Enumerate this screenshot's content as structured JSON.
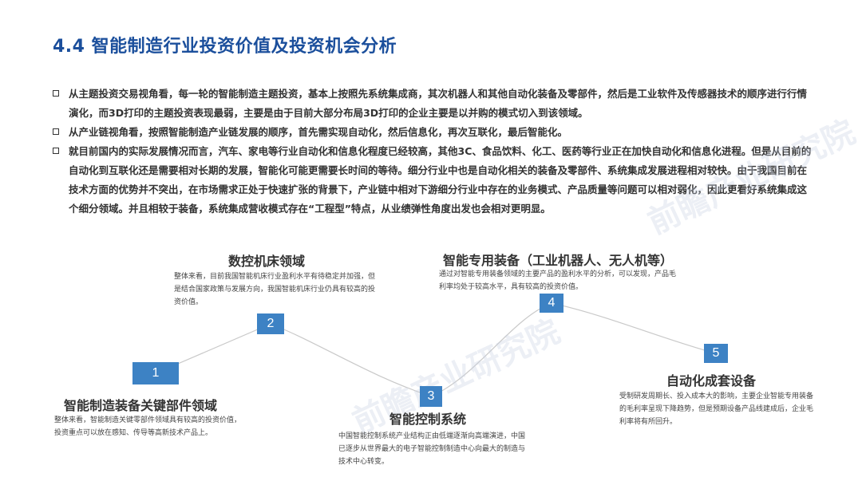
{
  "page": {
    "title": "4.4 智能制造行业投资价值及投资机会分析"
  },
  "bullets": [
    {
      "text": "从主题投资交易视角看，每一轮的智能制造主题投资，基本上按照先系统集成商，其次机器人和其他自动化装备及零部件，然后是工业软件及传感器技术的顺序进行行情演化，而3D打印的主题投资表现最弱，主要是由于目前大部分布局3D打印的企业主要是以并购的模式切入到该领域。"
    },
    {
      "text": "从产业链视角看，按照智能制造产业链发展的顺序，首先需实现自动化，然后信息化，再次互联化，最后智能化。"
    },
    {
      "text": "就目前国内的实际发展情况而言，汽车、家电等行业自动化和信息化程度已经较高，其他3C、食品饮料、化工、医药等行业正在加快自动化和信息化进程。但是从目前的自动化到互联化还是需要相对长期的发展，智能化可能更需要长时间的等待。细分行业中也是自动化相关的装备及零部件、系统集成发展进程相对较快。由于我国目前在技术方面的优势并不突出，在市场需求正处于快速扩张的背景下，产业链中相对下游细分行业中存在的业务模式、产品质量等问题可以相对弱化，因此更看好系统集成这个细分领域。并且相较于装备，系统集成营收模式存在“工程型”特点，从业绩弹性角度出发也会相对更明显。"
    }
  ],
  "diagram": {
    "line_color": "#c9c9c9",
    "node_color": "#3d82c4",
    "nodes": [
      {
        "number": "1",
        "title": "智能制造装备关键部件领域",
        "desc": "整体来看，智能制造关键零部件领域具有较高的投资价值，投资重点可以放在感知、传导等高新技术产品上。"
      },
      {
        "number": "2",
        "title": "数控机床领域",
        "desc": "整体来看，目前我国智能机床行业盈利水平有待稳定并加强，但是结合国家政策与发展方向，我国智能机床行业仍具有较高的投资价值。"
      },
      {
        "number": "3",
        "title": "智能控制系统",
        "desc": "中国智能控制系统产业结构正由低端逐渐向高端演进，中国已逐步从世界最大的电子智能控制制造中心向最大的制造与技术中心转变。"
      },
      {
        "number": "4",
        "title": "智能专用装备（工业机器人、无人机等）",
        "desc": "通过对智能专用装备领域的主要产品的盈利水平的分析，可以发现，产品毛利率均处于较高水平，具有较高的投资价值。"
      },
      {
        "number": "5",
        "title": "自动化成套设备",
        "desc": "受制研发周期长、投入成本大的影响，主要企业智能专用装备的毛利率呈现下降趋势，但是预期设备产品线建成后，企业毛利率将有所回升。"
      }
    ]
  },
  "watermark": {
    "text": "前瞻产业研究院"
  }
}
